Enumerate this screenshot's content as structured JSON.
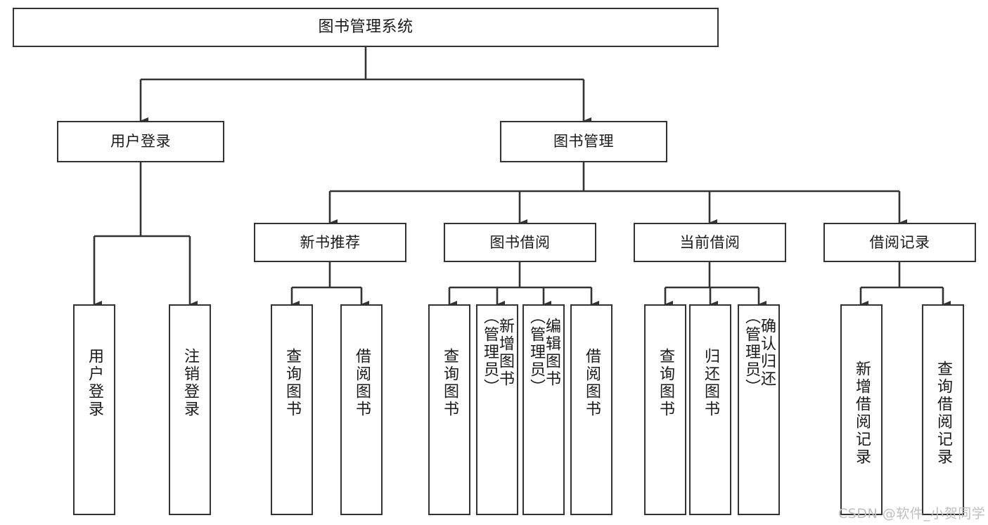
{
  "diagram": {
    "title": "图书管理系统",
    "type": "tree",
    "background_color": "#ffffff",
    "line_color": "#333333",
    "text_color": "#1a1a1a"
  },
  "nodes": {
    "root": {
      "label": "图书管理系统"
    },
    "level2": [
      {
        "id": "user-login",
        "label": "用户登录"
      },
      {
        "id": "book-management",
        "label": "图书管理"
      }
    ],
    "level3": [
      {
        "id": "new-book-recommend",
        "label": "新书推荐"
      },
      {
        "id": "book-borrow",
        "label": "图书借阅"
      },
      {
        "id": "current-borrow",
        "label": "当前借阅"
      },
      {
        "id": "borrow-record",
        "label": "借阅记录"
      }
    ],
    "leaves": {
      "user_login": [
        {
          "id": "leaf-user-login",
          "label": "用户登录"
        },
        {
          "id": "leaf-logout",
          "label": "注销登录"
        }
      ],
      "new_book_recommend": [
        {
          "id": "leaf-query-book-1",
          "label": "查询图书"
        },
        {
          "id": "leaf-borrow-book-1",
          "label": "借阅图书"
        }
      ],
      "book_borrow": [
        {
          "id": "leaf-query-book-2",
          "label": "查询图书"
        },
        {
          "id": "leaf-add-book",
          "label": "新增图书\n（管理员）"
        },
        {
          "id": "leaf-edit-book",
          "label": "编辑图书\n（管理员）"
        },
        {
          "id": "leaf-borrow-book-2",
          "label": "借阅图书"
        }
      ],
      "current_borrow": [
        {
          "id": "leaf-query-book-3",
          "label": "查询图书"
        },
        {
          "id": "leaf-return-book",
          "label": "归还图书"
        },
        {
          "id": "leaf-confirm-return",
          "label": "确认归还\n（管理员）"
        }
      ],
      "borrow_record": [
        {
          "id": "leaf-add-record",
          "label": "新增借阅记录"
        },
        {
          "id": "leaf-query-record",
          "label": "查询借阅记录"
        }
      ]
    }
  },
  "watermark": {
    "text": "CSDN @软件_小贺同学"
  }
}
